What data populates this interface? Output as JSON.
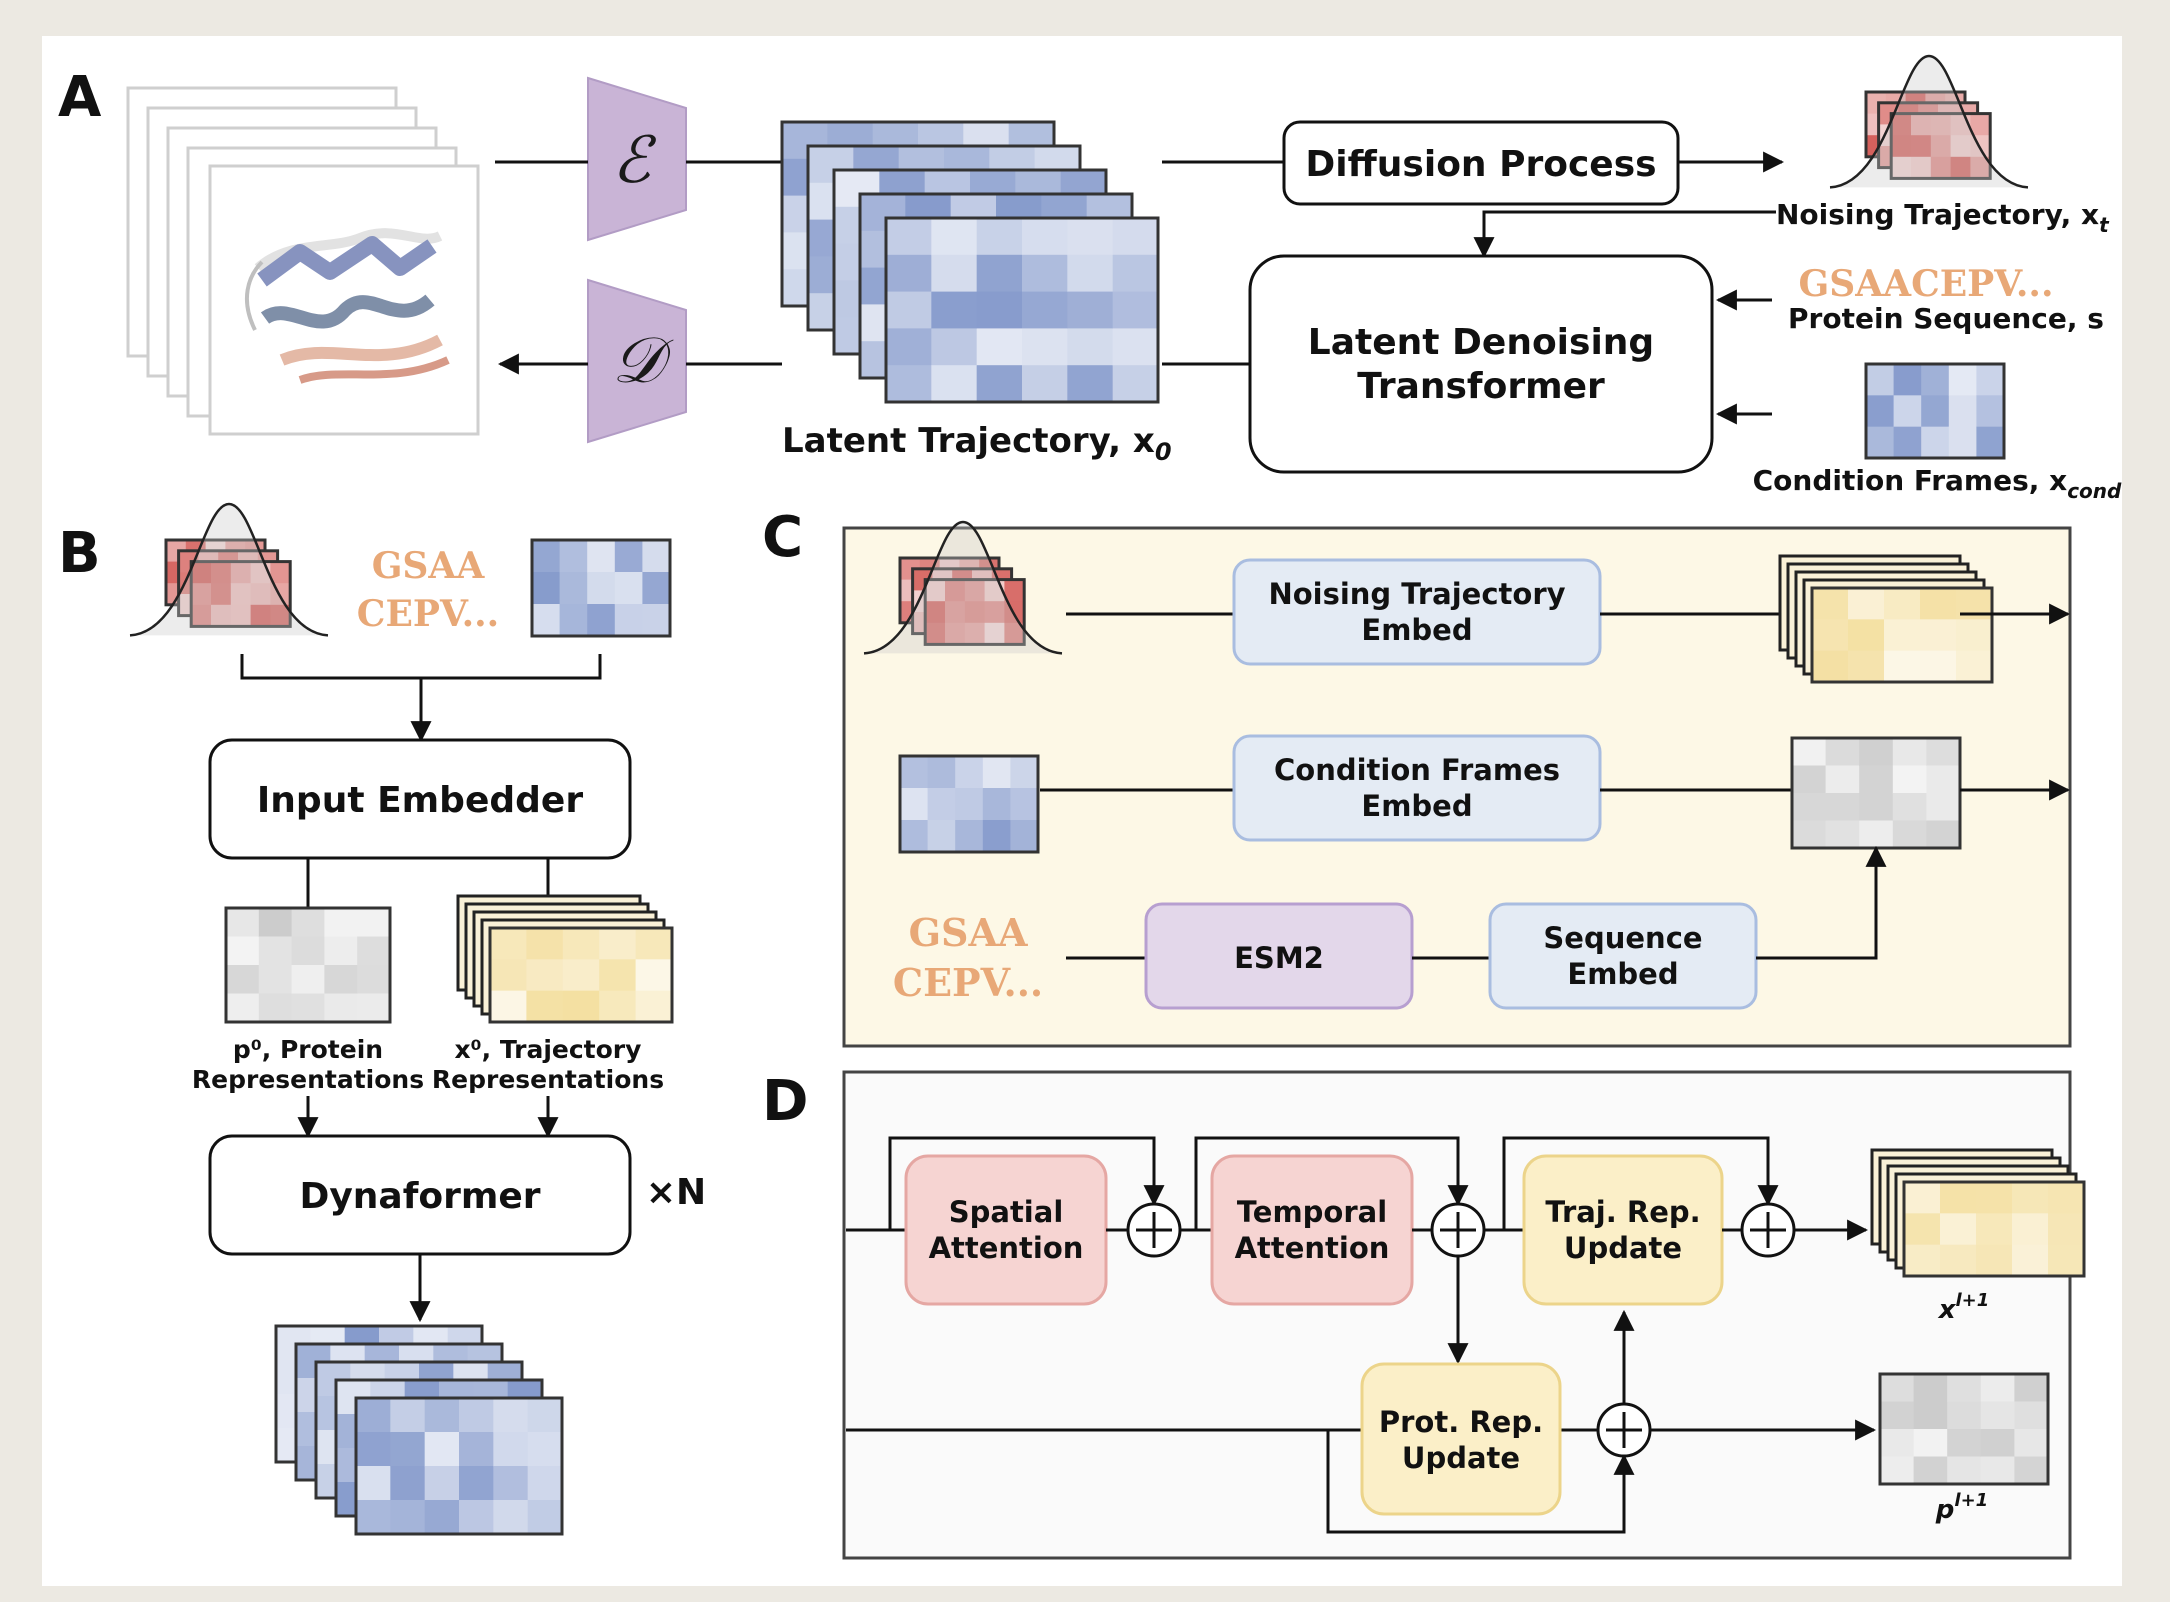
{
  "panels": {
    "a": "A",
    "b": "B",
    "c": "C",
    "d": "D"
  },
  "panel_a": {
    "encoder_symbol": "ℰ",
    "decoder_symbol": "𝒟",
    "latent_label": "Latent Trajectory, x",
    "latent_sub": "0",
    "diffusion_process": "Diffusion Process",
    "noising_label": "Noising Trajectory, x",
    "noising_sub": "t",
    "transformer_line1": "Latent Denoising",
    "transformer_line2": "Transformer",
    "sequence_text": "GSAACEPV...",
    "sequence_label": "Protein Sequence, s",
    "condition_label": "Condition Frames, x",
    "condition_sub": "cond"
  },
  "panel_b": {
    "seq_line1": "GSAA",
    "seq_line2": "CEPV...",
    "input_embedder": "Input Embedder",
    "protein_rep_line1": "p⁰, Protein",
    "protein_rep_line2": "Representations",
    "traj_rep_line1": "x⁰, Trajectory",
    "traj_rep_line2": "Representations",
    "dynaformer": "Dynaformer",
    "repeat": "×N"
  },
  "panel_c": {
    "noising_embed_line1": "Noising Trajectory",
    "noising_embed_line2": "Embed",
    "condition_embed_line1": "Condition Frames",
    "condition_embed_line2": "Embed",
    "seq_line1": "GSAA",
    "seq_line2": "CEPV...",
    "esm2": "ESM2",
    "sequence_embed_line1": "Sequence",
    "sequence_embed_line2": "Embed"
  },
  "panel_d": {
    "spatial_line1": "Spatial",
    "spatial_line2": "Attention",
    "temporal_line1": "Temporal",
    "temporal_line2": "Attention",
    "traj_update_line1": "Traj. Rep.",
    "traj_update_line2": "Update",
    "prot_update_line1": "Prot. Rep.",
    "prot_update_line2": "Update",
    "x_out": "x",
    "x_out_sup": "l+1",
    "p_out": "p",
    "p_out_sup": "l+1"
  },
  "colors": {
    "blue_grid": "#7f95c9",
    "red_grid": "#d0504b",
    "yellow_grid": "#f3dd9a",
    "gray_grid": "#c8c8c8",
    "encoder_fill": "#c9b4d6",
    "embed_fill": "#e4ebf4",
    "esm_fill": "#e3d7ea",
    "attention_fill": "#f6d4d2",
    "update_fill": "#fbefc8",
    "panel_c_bg": "#fdf8e6"
  }
}
